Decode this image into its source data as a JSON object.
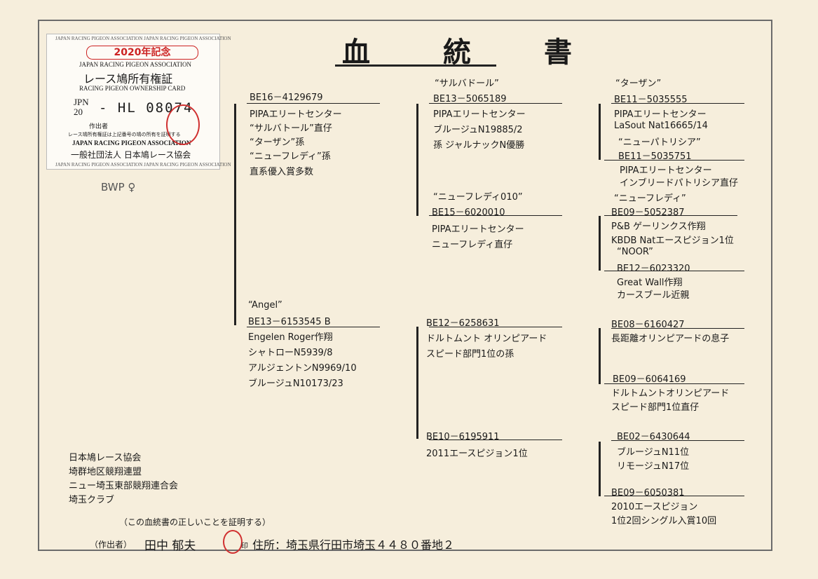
{
  "title": "血　統　書",
  "card": {
    "border_text": "JAPAN RACING PIGEON ASSOCIATION JAPAN RACING PIGEON ASSOCIATION",
    "stamp": "2020年記念",
    "assoc_en": "JAPAN RACING PIGEON ASSOCIATION",
    "title": "レース鳩所有権証",
    "subtitle": "RACING PIGEON OWNERSHIP CARD",
    "ring_prefix": "JPN\n20",
    "ring_number": "- HL  08074",
    "maker": "作出者",
    "note": "レース鳩所有権証は上記番号の鳩の所有を証明する",
    "assoc_en2": "JAPAN RACING PIGEON ASSOCIATION",
    "assoc_jp": "一般社団法人 日本鳩レース協会"
  },
  "bwp": "BWP ♀",
  "pedigree": {
    "sire": {
      "ring": "BE16－4129679",
      "lines": [
        "PIPAエリートセンター",
        "“サルバトール”直仔",
        "“ターザン”孫",
        "“ニューフレディ”孫",
        "直系優入賞多数"
      ]
    },
    "ss": {
      "name": "“サルバドール”",
      "ring": "BE13－5065189",
      "lines": [
        "PIPAエリートセンター",
        "ブルージュN19885/2",
        "孫 ジャルナックN優勝"
      ]
    },
    "sss": {
      "name": "“ターザン”",
      "ring": "BE11－5035555",
      "lines": [
        "PIPAエリートセンター",
        "LaSout Nat16665/14"
      ]
    },
    "ssd": {
      "name": "“ニューパトリシア”",
      "ring": "BE11－5035751",
      "lines": [
        "PIPAエリートセンター",
        "インブリードパトリシア直仔"
      ]
    },
    "sd": {
      "name": "“ニューフレディ010”",
      "ring": "BE15－6020010",
      "lines": [
        "PIPAエリートセンター",
        "ニューフレディ直仔"
      ]
    },
    "sds": {
      "name": "“ニューフレディ”",
      "ring": "BE09－5052387",
      "lines": [
        "P&B ゲーリンクス作翔",
        "KBDB Natエースピジョン1位"
      ]
    },
    "sdd": {
      "name": "“NOOR”",
      "ring": "BE12－6023320",
      "lines": [
        "Great Wall作翔",
        "カースブール近親"
      ]
    },
    "dam": {
      "name": "“Angel”",
      "ring": "BE13－6153545  B",
      "lines": [
        "Engelen Roger作翔",
        "シャトローN5939/8",
        "アルジェントンN9969/10",
        "ブルージュN10173/23"
      ]
    },
    "ds": {
      "ring": "BE12－6258631",
      "lines": [
        "ドルトムント オリンピアード",
        "スピード部門1位の孫"
      ]
    },
    "dss": {
      "ring": "BE08－6160427",
      "lines": [
        "長距離オリンピアードの息子"
      ]
    },
    "dsd": {
      "ring": "BE09－6064169",
      "lines": [
        "ドルトムントオリンピアード",
        "スピード部門1位直仔"
      ]
    },
    "dd": {
      "ring": "BE10－6195911",
      "lines": [
        "2011エースピジョン1位"
      ]
    },
    "dds": {
      "ring": "BE02－6430644",
      "lines": [
        "ブルージュN11位",
        "リモージュN17位"
      ]
    },
    "ddd": {
      "ring": "BE09－6050381",
      "lines": [
        "2010エースピジョン",
        "1位2回シングル入賞10回"
      ]
    }
  },
  "footer": {
    "orgs": [
      "日本鳩レース協会",
      "埼群地区競翔連盟",
      "ニュー埼玉東部競翔連合会",
      "埼玉クラブ"
    ],
    "certify": "（この血統書の正しいことを証明する）",
    "maker_label": "（作出者）",
    "maker_name": "田中 郁夫",
    "seal": "印",
    "address": "住所：埼玉県行田市埼玉４４８０番地２"
  }
}
